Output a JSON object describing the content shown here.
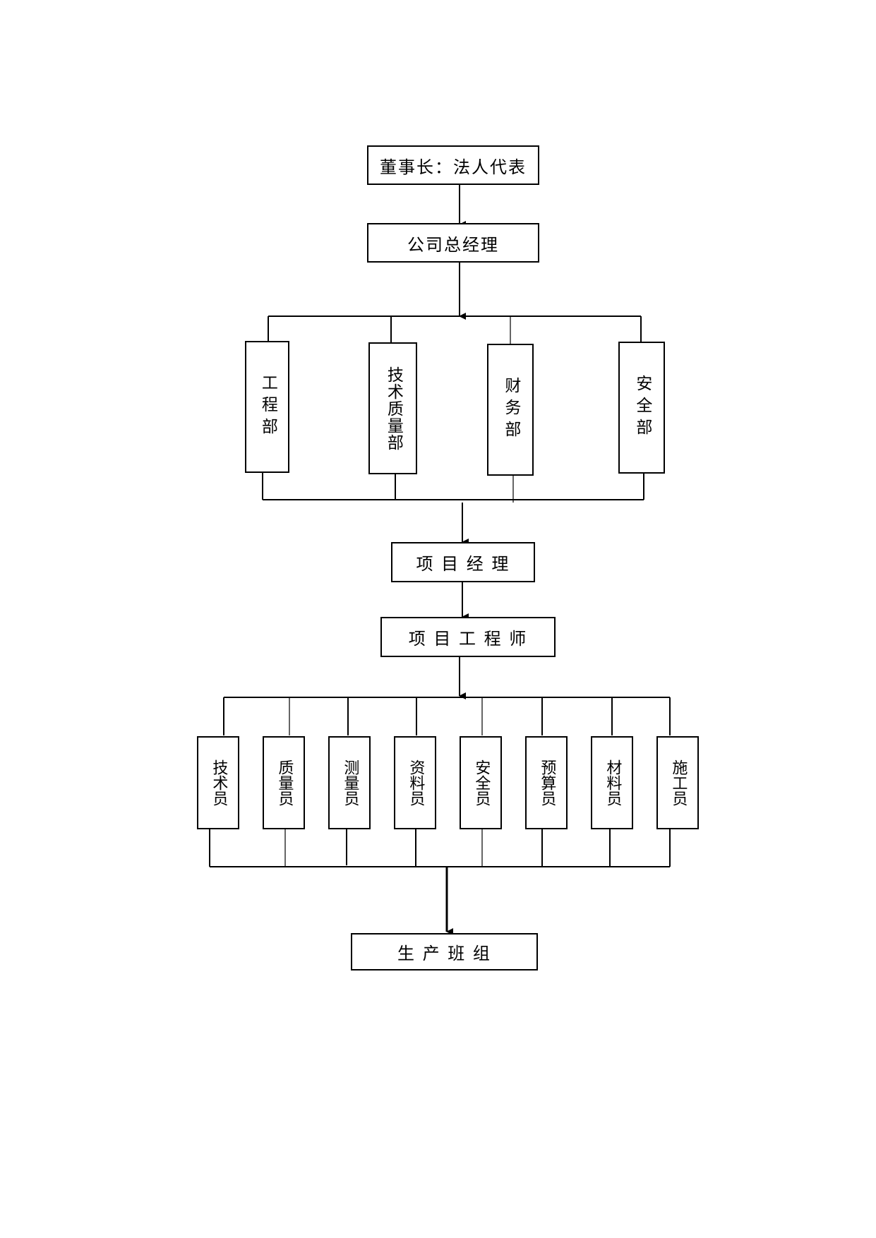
{
  "org_chart": {
    "chairman": "董事长：法人代表",
    "general_manager": "公司总经理",
    "departments": [
      "工程部",
      "技术质量部",
      "财务部",
      "安全部"
    ],
    "project_manager": "项 目 经 理",
    "project_engineer": "项 目 工 程 师",
    "staff": [
      "技术员",
      "质量员",
      "测量员",
      "资料员",
      "安全员",
      "预算员",
      "材料员",
      "施工员"
    ],
    "production_team": "生 产 班 组"
  }
}
